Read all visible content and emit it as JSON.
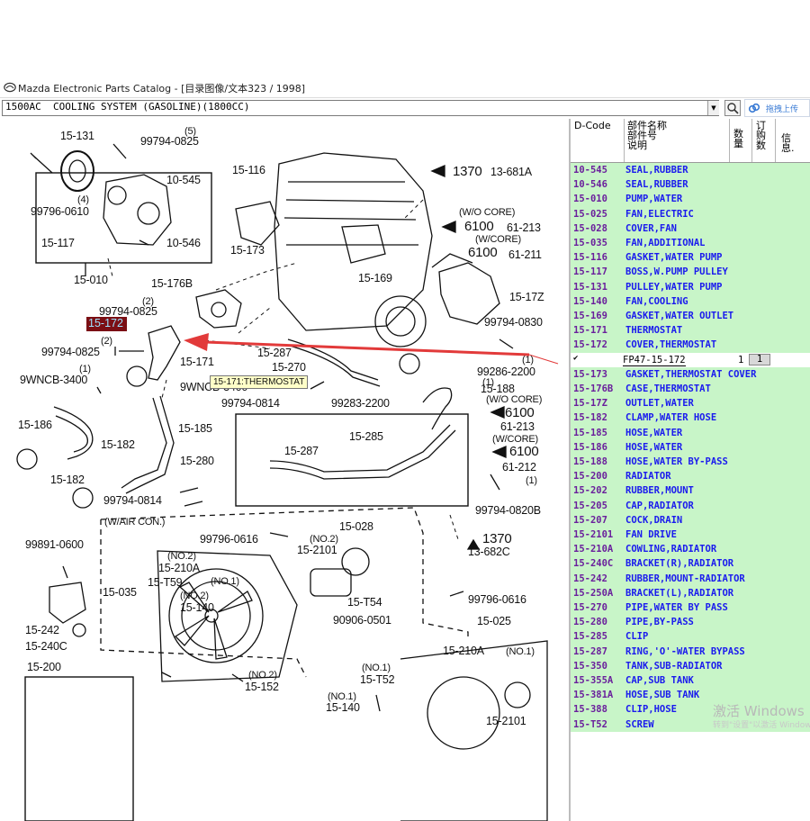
{
  "window": {
    "title": "Mazda Electronic Parts Catalog - [目录图像/文本323 / 1998]"
  },
  "toolbar": {
    "section_combo": "1500AC  COOLING SYSTEM (GASOLINE)(1800CC)",
    "upload_label": "拖拽上传"
  },
  "diagram": {
    "highlighted_part": "15-172",
    "tooltip": "15-171:THERMOSTAT",
    "labels": [
      "15-131",
      "99794-0825",
      "(5)",
      "10-545",
      "(4)",
      "99796-0610",
      "10-546",
      "15-117",
      "15-010",
      "15-116",
      "1370",
      "13-681A",
      "(W/O CORE)",
      "6100",
      "61-213",
      "(W/CORE)",
      "6100",
      "61-211",
      "15-173",
      "15-169",
      "15-17Z",
      "15-176B",
      "(2)",
      "99794-0825",
      "99794-0830",
      "(2)",
      "99794-0825",
      "15-171",
      "15-287",
      "15-270",
      "(1)",
      "99286-2200",
      "(1)",
      "9WNCB-3400",
      "9WNCB-3400",
      "(1)",
      "15-188",
      "99283-2200",
      "99794-0814",
      "(W/O CORE)",
      "6100",
      "61-213",
      "(W/CORE)",
      "6100",
      "61-212",
      "15-186",
      "15-185",
      "15-182",
      "15-280",
      "15-285",
      "15-287",
      "15-182",
      "99794-0814",
      "99794-0820B",
      "1370",
      "13-682C",
      "(W/AIR CON.)",
      "15-028",
      "99891-0600",
      "99796-0616",
      "(NO.2)",
      "15-2101",
      "15-210A",
      "(NO.2)",
      "15-T59",
      "(NO.1)",
      "15-035",
      "(NO.2)",
      "15-140",
      "15-T54",
      "90906-0501",
      "99796-0616",
      "15-242",
      "15-240C",
      "15-025",
      "15-200",
      "(NO.2)",
      "15-152",
      "15-210A",
      "(NO.1)",
      "(NO.1)",
      "15-T52",
      "(NO.1)",
      "15-140",
      "15-2101",
      "(1)"
    ]
  },
  "panel": {
    "headers": {
      "code": "D-Code",
      "name": "部件名称\n部件号\n说明",
      "qty": "数\n量",
      "order_qty": "订\n购\n数",
      "info": "信\n息."
    },
    "rows": [
      {
        "code": "10-545",
        "desc": "SEAL,RUBBER"
      },
      {
        "code": "10-546",
        "desc": "SEAL,RUBBER"
      },
      {
        "code": "15-010",
        "desc": "PUMP,WATER"
      },
      {
        "code": "15-025",
        "desc": "FAN,ELECTRIC"
      },
      {
        "code": "15-028",
        "desc": "COVER,FAN"
      },
      {
        "code": "15-035",
        "desc": "FAN,ADDITIONAL"
      },
      {
        "code": "15-116",
        "desc": "GASKET,WATER PUMP"
      },
      {
        "code": "15-117",
        "desc": "BOSS,W.PUMP PULLEY"
      },
      {
        "code": "15-131",
        "desc": "PULLEY,WATER PUMP"
      },
      {
        "code": "15-140",
        "desc": "FAN,COOLING"
      },
      {
        "code": "15-169",
        "desc": "GASKET,WATER OUTLET"
      },
      {
        "code": "15-171",
        "desc": "THERMOSTAT"
      },
      {
        "code": "15-172",
        "desc": "COVER,THERMOSTAT"
      }
    ],
    "selected": {
      "check": "✔",
      "partno": "FP47-15-172",
      "qty": "1",
      "order": "1"
    },
    "rows2": [
      {
        "code": "15-173",
        "desc": "GASKET,THERMOSTAT COVER"
      },
      {
        "code": "15-176B",
        "desc": "CASE,THERMOSTAT"
      },
      {
        "code": "15-17Z",
        "desc": "OUTLET,WATER"
      },
      {
        "code": "15-182",
        "desc": "CLAMP,WATER HOSE"
      },
      {
        "code": "15-185",
        "desc": "HOSE,WATER"
      },
      {
        "code": "15-186",
        "desc": "HOSE,WATER"
      },
      {
        "code": "15-188",
        "desc": "HOSE,WATER BY-PASS"
      },
      {
        "code": "15-200",
        "desc": "RADIATOR"
      },
      {
        "code": "15-202",
        "desc": "RUBBER,MOUNT"
      },
      {
        "code": "15-205",
        "desc": "CAP,RADIATOR"
      },
      {
        "code": "15-207",
        "desc": "COCK,DRAIN"
      },
      {
        "code": "15-2101",
        "desc": "FAN DRIVE"
      },
      {
        "code": "15-210A",
        "desc": "COWLING,RADIATOR"
      },
      {
        "code": "15-240C",
        "desc": "BRACKET(R),RADIATOR"
      },
      {
        "code": "15-242",
        "desc": "RUBBER,MOUNT-RADIATOR"
      },
      {
        "code": "15-250A",
        "desc": "BRACKET(L),RADIATOR"
      },
      {
        "code": "15-270",
        "desc": "PIPE,WATER BY PASS"
      },
      {
        "code": "15-280",
        "desc": "PIPE,BY-PASS"
      },
      {
        "code": "15-285",
        "desc": "CLIP"
      },
      {
        "code": "15-287",
        "desc": "RING,'O'-WATER BYPASS"
      },
      {
        "code": "15-350",
        "desc": "TANK,SUB-RADIATOR"
      },
      {
        "code": "15-355A",
        "desc": "CAP,SUB TANK"
      },
      {
        "code": "15-381A",
        "desc": "HOSE,SUB TANK"
      },
      {
        "code": "15-388",
        "desc": "CLIP,HOSE"
      },
      {
        "code": "15-T52",
        "desc": "SCREW"
      }
    ]
  },
  "watermark": {
    "line1": "激活 Windows",
    "line2": "转到\"设置\"以激活 Windows。"
  },
  "colors": {
    "row_bg": "#c8f5c8",
    "code_color": "#6a1f9c",
    "desc_color": "#1a1aee",
    "highlight_bg": "#7b0f14",
    "arrow": "#e23a3a"
  }
}
